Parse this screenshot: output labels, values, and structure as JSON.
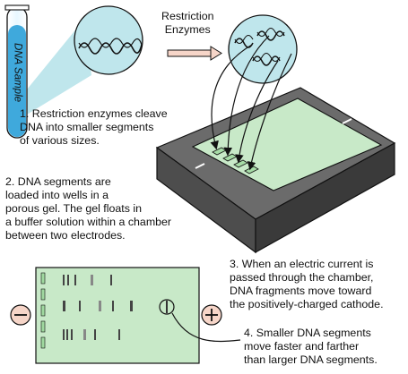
{
  "tube_label": "DNA Sample",
  "enzyme_label": [
    "Restriction",
    "Enzymes"
  ],
  "steps": [
    {
      "lines": [
        "1. Restriction enzymes cleave",
        "DNA into smaller segments",
        "of various sizes."
      ]
    },
    {
      "lines": [
        "2. DNA segments are",
        "loaded into wells in a",
        "porous gel.  The gel floats in",
        "a buffer solution within a chamber",
        "between two electrodes."
      ]
    },
    {
      "lines": [
        "3. When an electric current is",
        "passed through the chamber,",
        "DNA fragments move toward",
        "the positively-charged cathode."
      ]
    },
    {
      "lines": [
        "4. Smaller DNA segments",
        "move faster and farther",
        "than larger DNA segments."
      ]
    }
  ],
  "electrodes": {
    "negative": "−",
    "positive": "+"
  },
  "colors": {
    "tube_liquid": "#3fa9dc",
    "zoom": "#bfe6ec",
    "gel": "#c8e9c8",
    "gel_wells": "#a6dba6",
    "chamber": "#4d4d4d",
    "electrode_circle": "#f6d5c8"
  }
}
